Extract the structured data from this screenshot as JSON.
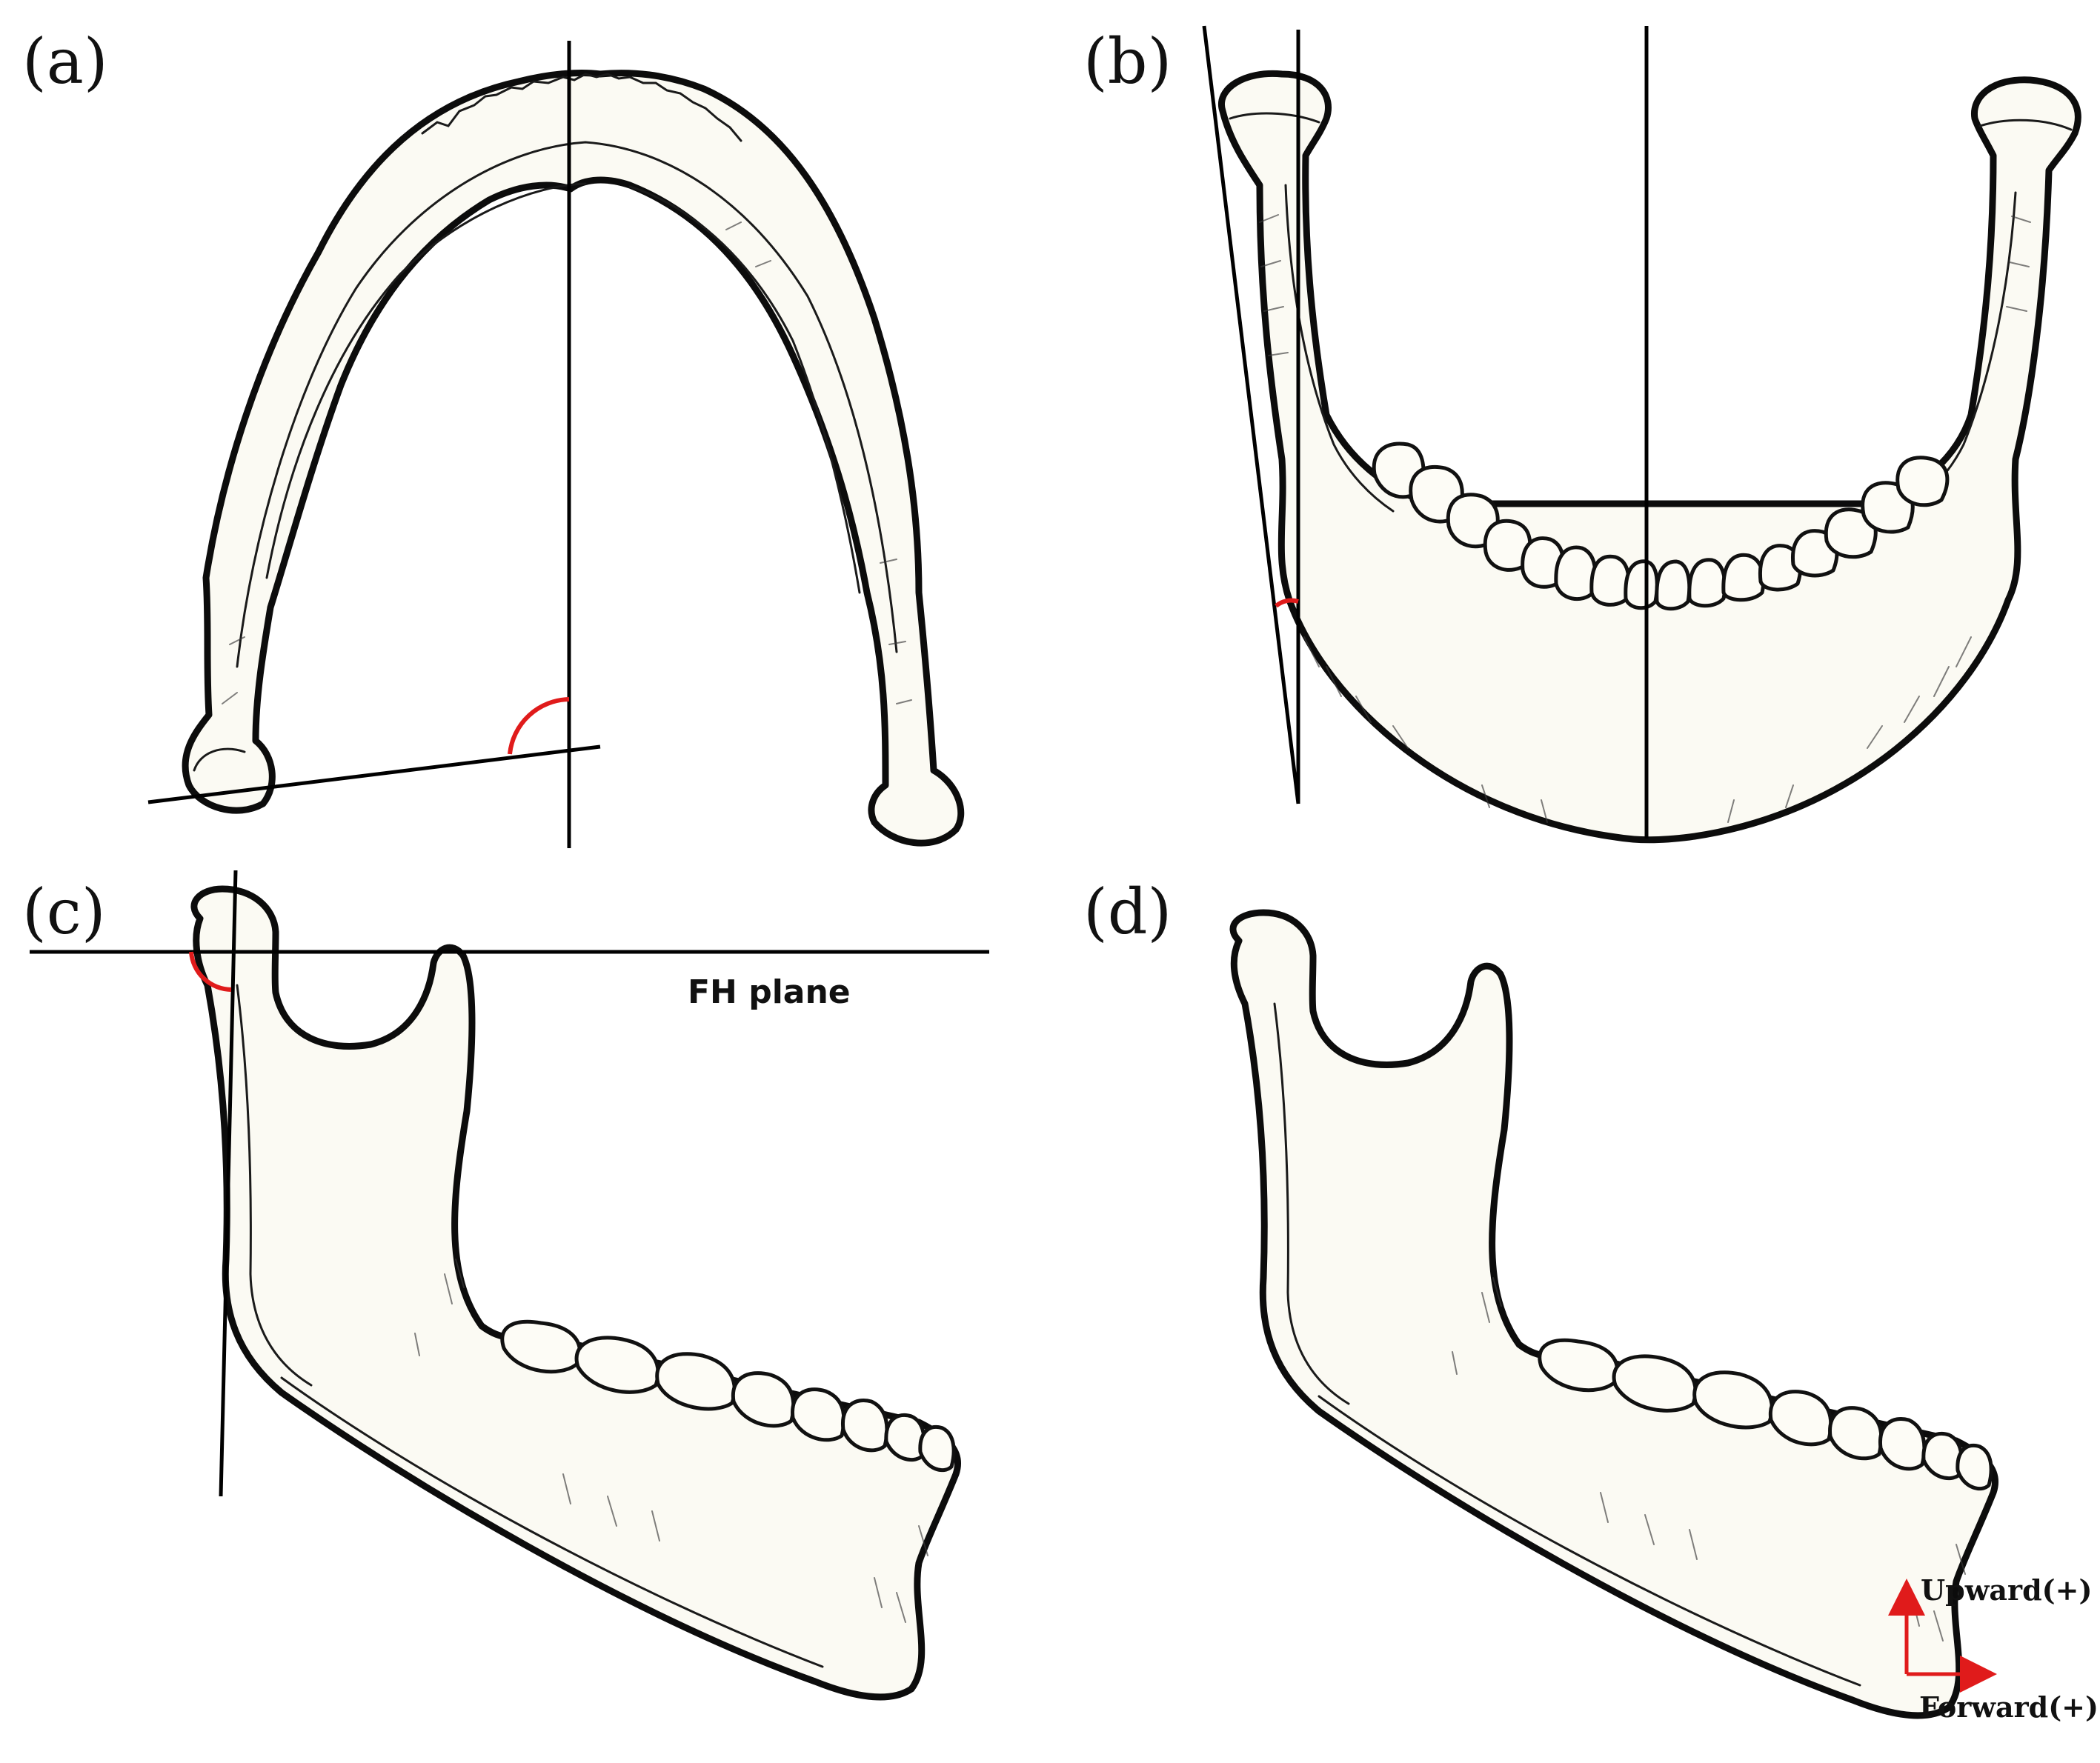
{
  "panels": [
    {
      "id": "a",
      "label": "(a)"
    },
    {
      "id": "b",
      "label": "(b)"
    },
    {
      "id": "c",
      "label": "(c)"
    },
    {
      "id": "d",
      "label": "(d)"
    }
  ],
  "annotations": {
    "fh_plane": "FH plane",
    "upward": "Upward(+)",
    "forward": "Forward(+)"
  },
  "colors": {
    "reference_lines": "#000000",
    "angle_marks": "#e01b1b",
    "direction_arrows": "#e01b1b",
    "bone_fill": "#fbfaf3"
  }
}
